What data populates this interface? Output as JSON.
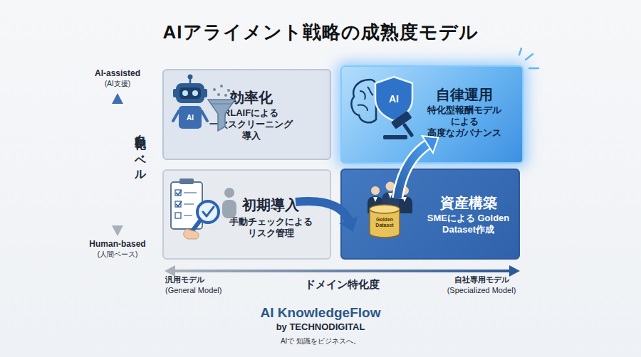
{
  "diagram": {
    "title": "AIアライメント戦略の成熟度モデル",
    "nodes": [
      {
        "text": [
          "効率化",
          "RLAIFによる 一次スクリーニング 導入"
        ]
      },
      {
        "text": [
          "自律運用",
          "特化型報酬モデル による 高度なガバナンス"
        ]
      },
      {
        "text": [
          "初期導入",
          "手動チェックによる リスク管理"
        ]
      },
      {
        "text": [
          "資産構築",
          "SMEによる Golden Dataset作成"
        ]
      }
    ],
    "edges": [
      {
        "from": 2,
        "to": 3,
        "arrow": "to"
      },
      {
        "from": 3,
        "to": 1,
        "arrow": "to"
      }
    ],
    "labels": [
      "AI-assisted",
      "(AI支援)",
      "自動化レベル",
      "Human-based",
      "(人間ベース)",
      "汎用モデル",
      "(General Model)",
      "ドメイン特化度",
      "自社専用モデル",
      "(Specialized Model)",
      "AI",
      "AI",
      "Golden Dataset",
      "AI KnowledgeFlow",
      "by TECHNODIGITAL",
      "AIで 知識をビジネスへ。"
    ]
  }
}
